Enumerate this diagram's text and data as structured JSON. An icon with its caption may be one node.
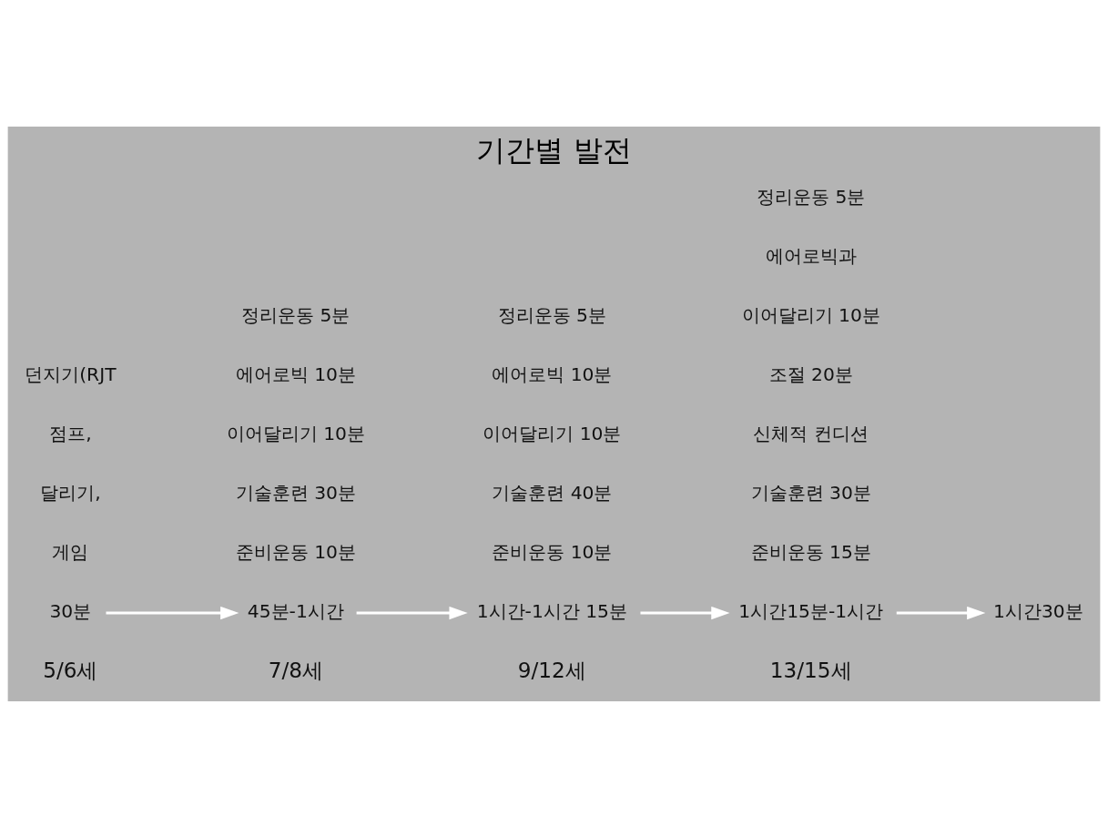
{
  "diagram": {
    "title": "기간별 발전",
    "nodes": [
      {
        "text": [
          "30분"
        ]
      },
      {
        "text": [
          "45분-1시간"
        ]
      },
      {
        "text": [
          "1시간-1시간 15분"
        ]
      },
      {
        "text": [
          "1시간15분-1시간"
        ]
      },
      {
        "text": [
          "1시간30분"
        ]
      }
    ],
    "edges": [
      {
        "from": 0,
        "to": 1,
        "arrow": "to"
      },
      {
        "from": 1,
        "to": 2,
        "arrow": "to"
      },
      {
        "from": 2,
        "to": 3,
        "arrow": "to"
      },
      {
        "from": 3,
        "to": 4,
        "arrow": "to"
      }
    ],
    "labels": [
      "5/6세",
      "게임",
      "달리기,",
      "점프,",
      "던지기(RJT",
      "7/8세",
      "준비운동 10분",
      "기술훈련 30분",
      "이어달리기 10분",
      "에어로빅 10분",
      "정리운동 5분",
      "9/12세",
      "준비운동 10분",
      "기술훈련 40분",
      "이어달리기 10분",
      "에어로빅 10분",
      "정리운동 5분",
      "13/15세",
      "준비운동 15분",
      "기술훈련 30분",
      "신체적 컨디션",
      "조절 20분",
      "이어달리기 10분",
      "에어로빅과",
      "정리운동 5분"
    ]
  }
}
